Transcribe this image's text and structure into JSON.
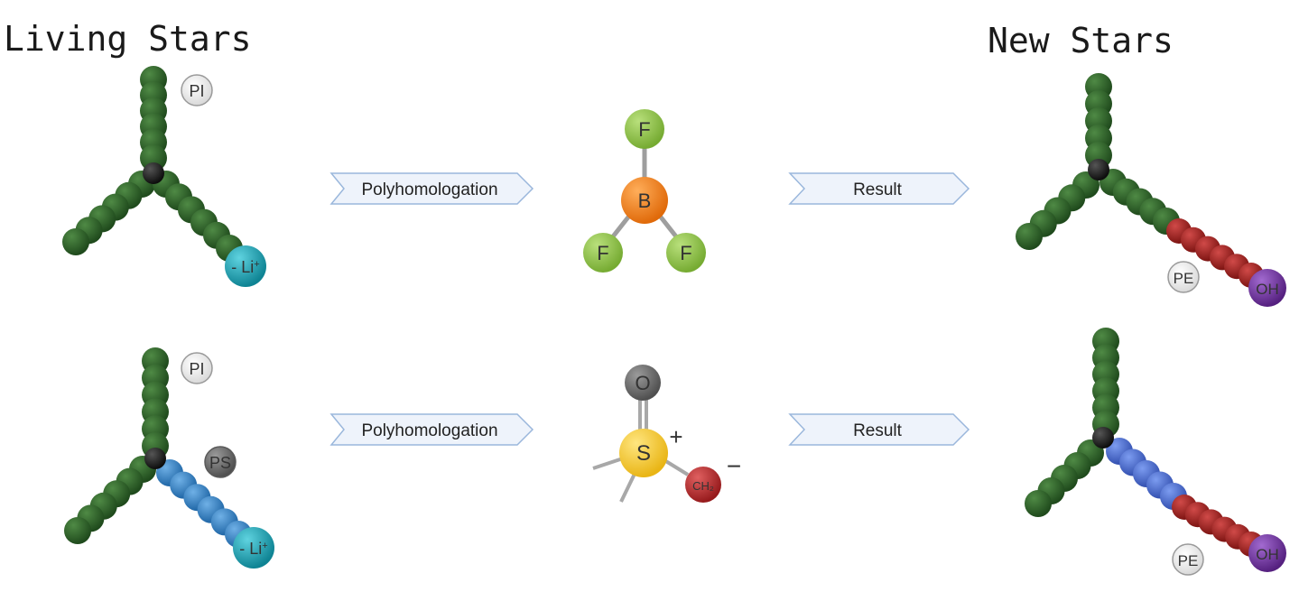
{
  "titles": {
    "left": "Living Stars",
    "right": "New Stars"
  },
  "arrows": {
    "top_left": "Polyhomologation",
    "top_right": "Result",
    "bottom_left": "Polyhomologation",
    "bottom_right": "Result"
  },
  "badges": {
    "pi_top": "PI",
    "pi_bottom": "PI",
    "ps": "PS",
    "pe_top": "PE",
    "pe_bottom": "PE"
  },
  "chain_ends": {
    "li_top": "- Li",
    "li_top_sup": "+",
    "li_bottom": "- Li",
    "li_bottom_sup": "+",
    "oh_top": "OH",
    "oh_bottom": "OH"
  },
  "bf3": {
    "boron": "B",
    "fluorine_top": "F",
    "fluorine_left": "F",
    "fluorine_right": "F"
  },
  "ylide": {
    "oxygen": "O",
    "sulfur": "S",
    "ch2": "CH₂",
    "plus": "+",
    "minus": "−"
  },
  "colors": {
    "pi_green": "#2d5a27",
    "ps_blue": "#2f7fc1",
    "pe_red": "#a3201e",
    "pe_blue": "#4169c8",
    "core_black": "#1b1b1b",
    "li_teal": "#1a9fb0",
    "oh_purple": "#6a2d9a",
    "boron_orange": "#f07d1d",
    "fluorine_green": "#8cc046",
    "sulfur_yellow": "#f4c62a",
    "oxygen_gray": "#6b6b6b",
    "ch2_red": "#b8282a",
    "arrow_fill": "#eef3fb",
    "arrow_stroke": "#9ab7dc"
  }
}
